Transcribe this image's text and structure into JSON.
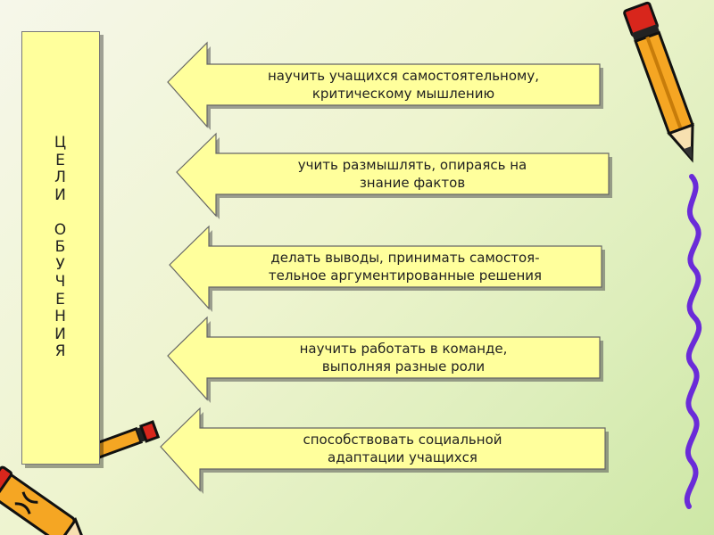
{
  "side_title": {
    "word1": [
      "Ц",
      "Е",
      "Л",
      "И"
    ],
    "word2": [
      "О",
      "Б",
      "У",
      "Ч",
      "Е",
      "Н",
      "И",
      "Я"
    ]
  },
  "goals": [
    "научить учащихся самостоятельному,\nкритическому мышлению",
    "учить размышлять, опираясь на\nзнание фактов",
    "делать выводы, принимать самостоя-\nтельное аргументированные решения",
    "научить работать в команде,\nвыполняя  разные роли",
    "способствовать социальной\nадаптации учащихся"
  ],
  "decorations": {
    "pencil_top_right": "pencil-icon",
    "pencil_bottom_left": "pencils-icon",
    "wavy_line": "purple-wavy-line"
  },
  "colors": {
    "arrow_fill": "#ffff9c",
    "arrow_stroke": "#666666",
    "shadow": "#555555",
    "wave": "#6a2bd8",
    "pencil_yellow": "#f5a623",
    "pencil_red": "#d8261c"
  }
}
